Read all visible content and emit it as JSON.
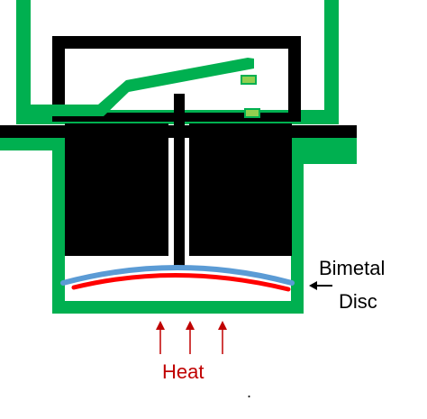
{
  "diagram": {
    "labels": {
      "bimetal_line1": "Bimetal",
      "bimetal_line2": "Disc",
      "heat": "Heat",
      "dot": "."
    },
    "colors": {
      "background": "#ffffff",
      "housing": "#00b050",
      "frame": "#000000",
      "disc_top": "#5b9bd5",
      "disc_bottom": "#ff0000",
      "heat_arrow": "#c00000",
      "heat_text": "#c00000",
      "label_text": "#000000",
      "contact_fill": "#92d050"
    }
  }
}
